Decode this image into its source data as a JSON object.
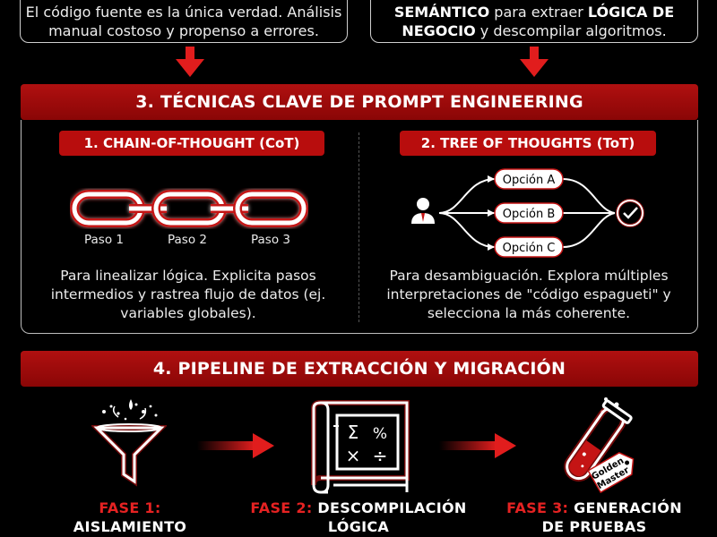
{
  "top_left": {
    "line1": "El código fuente es la única verdad. Análisis",
    "line2": "manual costoso y propenso a errores."
  },
  "top_right": {
    "line1_bold1": "SEMÁNTICO",
    "line1_mid": " para extraer ",
    "line1_bold2": "LÓGICA DE",
    "line2_bold": "NEGOCIO",
    "line2_rest": " y descompilar algoritmos."
  },
  "section3": {
    "title": "3. TÉCNICAS CLAVE DE PROMPT ENGINEERING",
    "cot": {
      "title": "1. CHAIN-OF-THOUGHT (CoT)",
      "steps": [
        "Paso 1",
        "Paso 2",
        "Paso 3"
      ],
      "desc1": "Para linealizar lógica. Explicita pasos",
      "desc2": "intermedios y rastrea flujo de datos (ej.",
      "desc3": "variables globales)."
    },
    "tot": {
      "title": "2. TREE OF THOUGHTS (ToT)",
      "options": [
        "Opción A",
        "Opción B",
        "Opción C"
      ],
      "desc1": "Para desambiguación. Explora múltiples",
      "desc2": "interpretaciones de \"código espagueti\" y",
      "desc3": "selecciona la más coherente."
    }
  },
  "section4": {
    "title": "4. PIPELINE DE EXTRACCIÓN Y MIGRACIÓN",
    "phases": [
      {
        "prefix": "FASE 1:",
        "name_line1": "AISLAMIENTO",
        "name_line2": ""
      },
      {
        "prefix": "FASE 2:",
        "name_line1": "DESCOMPILACIÓN",
        "name_line2": "LÓGICA"
      },
      {
        "prefix": "FASE 3:",
        "name_line1": "GENERACIÓN",
        "name_line2": "DE PRUEBAS"
      }
    ],
    "tag_line1": "Golden",
    "tag_line2": "Master"
  },
  "colors": {
    "accent_red": "#b80d0d",
    "phase_red": "#e52222"
  }
}
